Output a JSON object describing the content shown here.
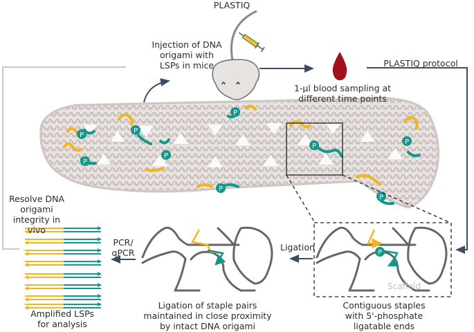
{
  "title": "PLASTIQ",
  "steps": {
    "injection": "Injection of DNA\norigami with\nLSPs in mice",
    "blood": "1-µl blood sampling at\ndifferent time points",
    "protocol": "PLASTIQ protocol",
    "contiguous": "Contiguous staples\nwith 5'-phosphate\nligatable ends",
    "ligation_arrow": "Ligation",
    "ligation": "Ligation of staple pairs\nmaintained in close proximity\nby intact DNA origami",
    "pcr": "PCR/\nqPCR",
    "amplified": "Amplified LSPs\nfor analysis",
    "resolve": "Resolve DNA\norigami\nintegrity in vivo"
  },
  "labels": {
    "phosphate": "P",
    "scaffold": "Scaffold"
  },
  "colors": {
    "staple_yellow": "#f2b51f",
    "staple_teal": "#12978a",
    "scaffold": "#6b6b6b",
    "arrow": "#3c4d63",
    "blood": "#a0111c",
    "origami": "#cfc6c3",
    "frame": "#c8c8c8"
  },
  "amplified_pair_count": 8
}
